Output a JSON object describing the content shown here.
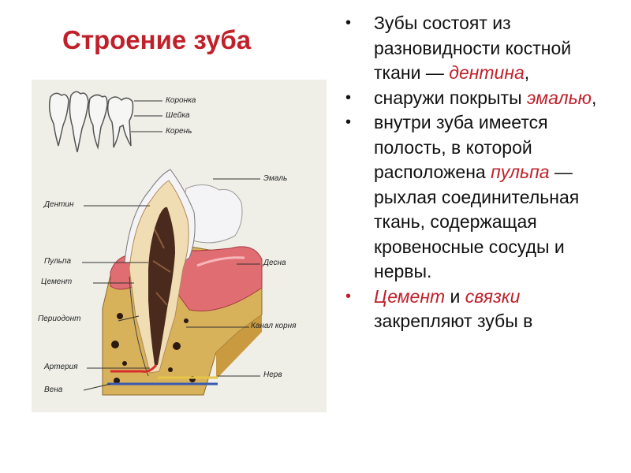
{
  "title": "Строение зуба",
  "figure": {
    "labels": {
      "crown": "Коронка",
      "neck": "Шейка",
      "root": "Корень",
      "enamel": "Эмаль",
      "dentin": "Дентин",
      "pulp": "Пульпа",
      "gum": "Десна",
      "cement": "Цемент",
      "periodont": "Периодонт",
      "root_canal": "Канал корня",
      "artery": "Артерия",
      "nerve": "Нерв",
      "vein": "Вена"
    },
    "colors": {
      "enamel": "#f4f4f6",
      "dentin": "#f1ddb4",
      "pulp": "#4a2a1c",
      "gum": "#e06d72",
      "bone": "#d8b25a",
      "background": "#efefe8"
    }
  },
  "bullets": [
    {
      "pre": "Зубы состоят из разновидности костной ткани — ",
      "em": "дентина",
      "post": ","
    },
    {
      "pre": "снаружи покрыты ",
      "em": "эмалью",
      "post": ","
    },
    {
      "pre": "внутри зуба имеется полость, в которой расположена ",
      "em": "пульпа",
      "post": " — рыхлая соединительная ткань, содержащая кровеносные сосуды и нервы."
    },
    {
      "em": "Цемент",
      "mid": " и ",
      "em2": "связки",
      "post": " закрепляют зубы в"
    }
  ],
  "bullet_symbol": "•"
}
